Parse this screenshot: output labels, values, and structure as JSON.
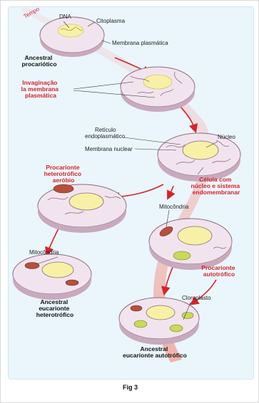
{
  "diagram": {
    "tempo": "Tempo",
    "dna": "DNA",
    "citoplasma": "Citoplasma",
    "membrana_plasmatica": "Membrana plasmática",
    "ancestral_procariotico": [
      "Ancestral",
      "procariótico"
    ],
    "invaginacao": [
      "Invaginação",
      "la membrana",
      "plasmática"
    ],
    "reticulo": [
      "Retículo",
      "endoplasmático"
    ],
    "nucleo": "Núcleo",
    "membrana_nuclear": "Membrana nuclear",
    "celula_nucleo": [
      "Célula com",
      "núcleo e sistema",
      "endomembranar"
    ],
    "procarionte_heterotrofico": [
      "Procarionte",
      "heterotrófico",
      "aeróbio"
    ],
    "mitocondria_right": "Mitocôndria",
    "mitocondria_left": "Mitocôndria",
    "procarionte_autotrofico": [
      "Procarionte",
      "autotrófico"
    ],
    "ancestral_heterotrofico": [
      "Ancestral",
      "eucarionte",
      "heterotrófico"
    ],
    "cloroplasto": "Cloroplasto",
    "ancestral_autotrofico": [
      "Ancestral",
      "eucarionte autotrófico"
    ]
  },
  "caption": "Fig 3",
  "colors": {
    "panel": "#eaf6fc",
    "arrow": "#d4242b",
    "cell_fill": "#f2e4ee",
    "nucleus": "#f7f0a6",
    "mitochondria": "#b5503c",
    "chloroplast": "#c9d95a"
  }
}
